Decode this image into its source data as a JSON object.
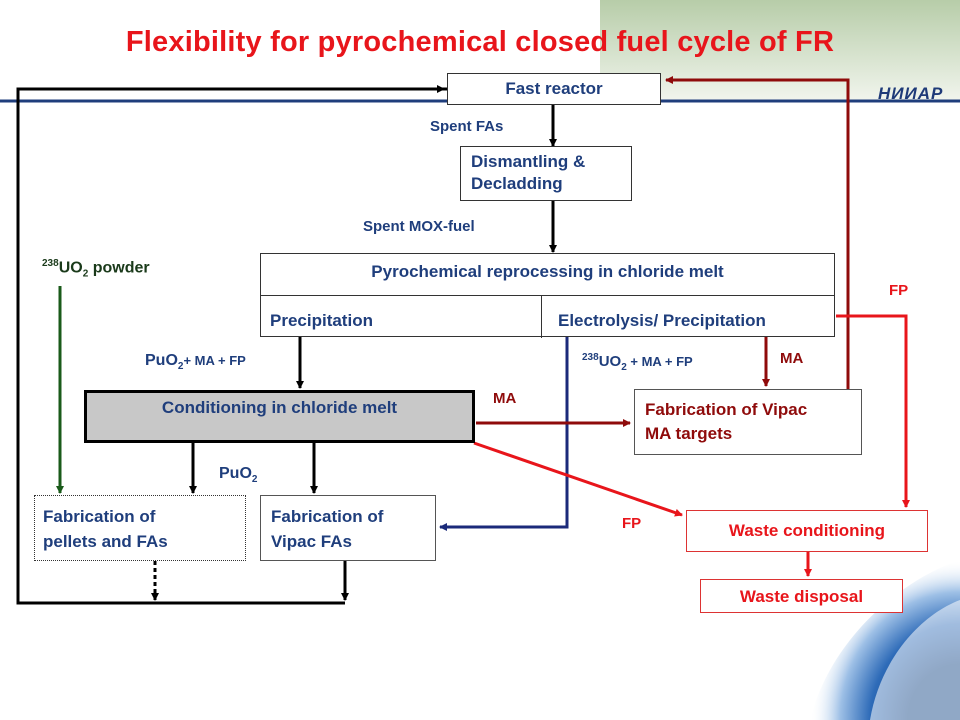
{
  "title": "Flexibility for pyrochemical closed fuel cycle of FR",
  "logo": "НИИАР",
  "boxes": {
    "fast_reactor": "Fast reactor",
    "dismantling_line1": "Dismantling &",
    "dismantling_line2": "Decladding",
    "pyro_title": "Pyrochemical reprocessing in chloride melt",
    "pyro_left": "Precipitation",
    "pyro_right": "Electrolysis/ Precipitation",
    "conditioning": "Conditioning in chloride melt",
    "vipac_ma_line1": "Fabrication of Vipac",
    "vipac_ma_line2": "MA targets",
    "pellets_line1": "Fabrication of",
    "pellets_line2": "pellets and FAs",
    "vipac_fa_line1": "Fabrication of",
    "vipac_fa_line2": "Vipac FAs",
    "waste_conditioning": "Waste conditioning",
    "waste_disposal": "Waste disposal"
  },
  "labels": {
    "spent_fas": "Spent FAs",
    "spent_mox": "Spent MOX-fuel",
    "uo2_powder_sup": "238",
    "uo2_powder_a": "UO",
    "uo2_powder_sub": "2",
    "uo2_powder_b": " powder",
    "puo2_ma_fp_a": "PuO",
    "puo2_ma_fp_sub": "2",
    "puo2_ma_fp_b": "+ MA + FP",
    "uo2_ma_fp_sup": "238",
    "uo2_ma_fp_a": "UO",
    "uo2_ma_fp_sub": "2",
    "uo2_ma_fp_b": " + MA + FP",
    "ma_right": "MA",
    "ma_mid": "MA",
    "puo2_a": "PuO",
    "puo2_sub": "2",
    "fp_right": "FP",
    "fp_mid": "FP"
  },
  "colors": {
    "title": "#e8151b",
    "blue_text": "#1f3e7c",
    "red": "#e8151b",
    "dark_red": "#8f0b0b",
    "green_arrow": "#1a5a1a",
    "navy_arrow": "#1b2a7a",
    "conditioning_fill": "#c8c8c8"
  }
}
